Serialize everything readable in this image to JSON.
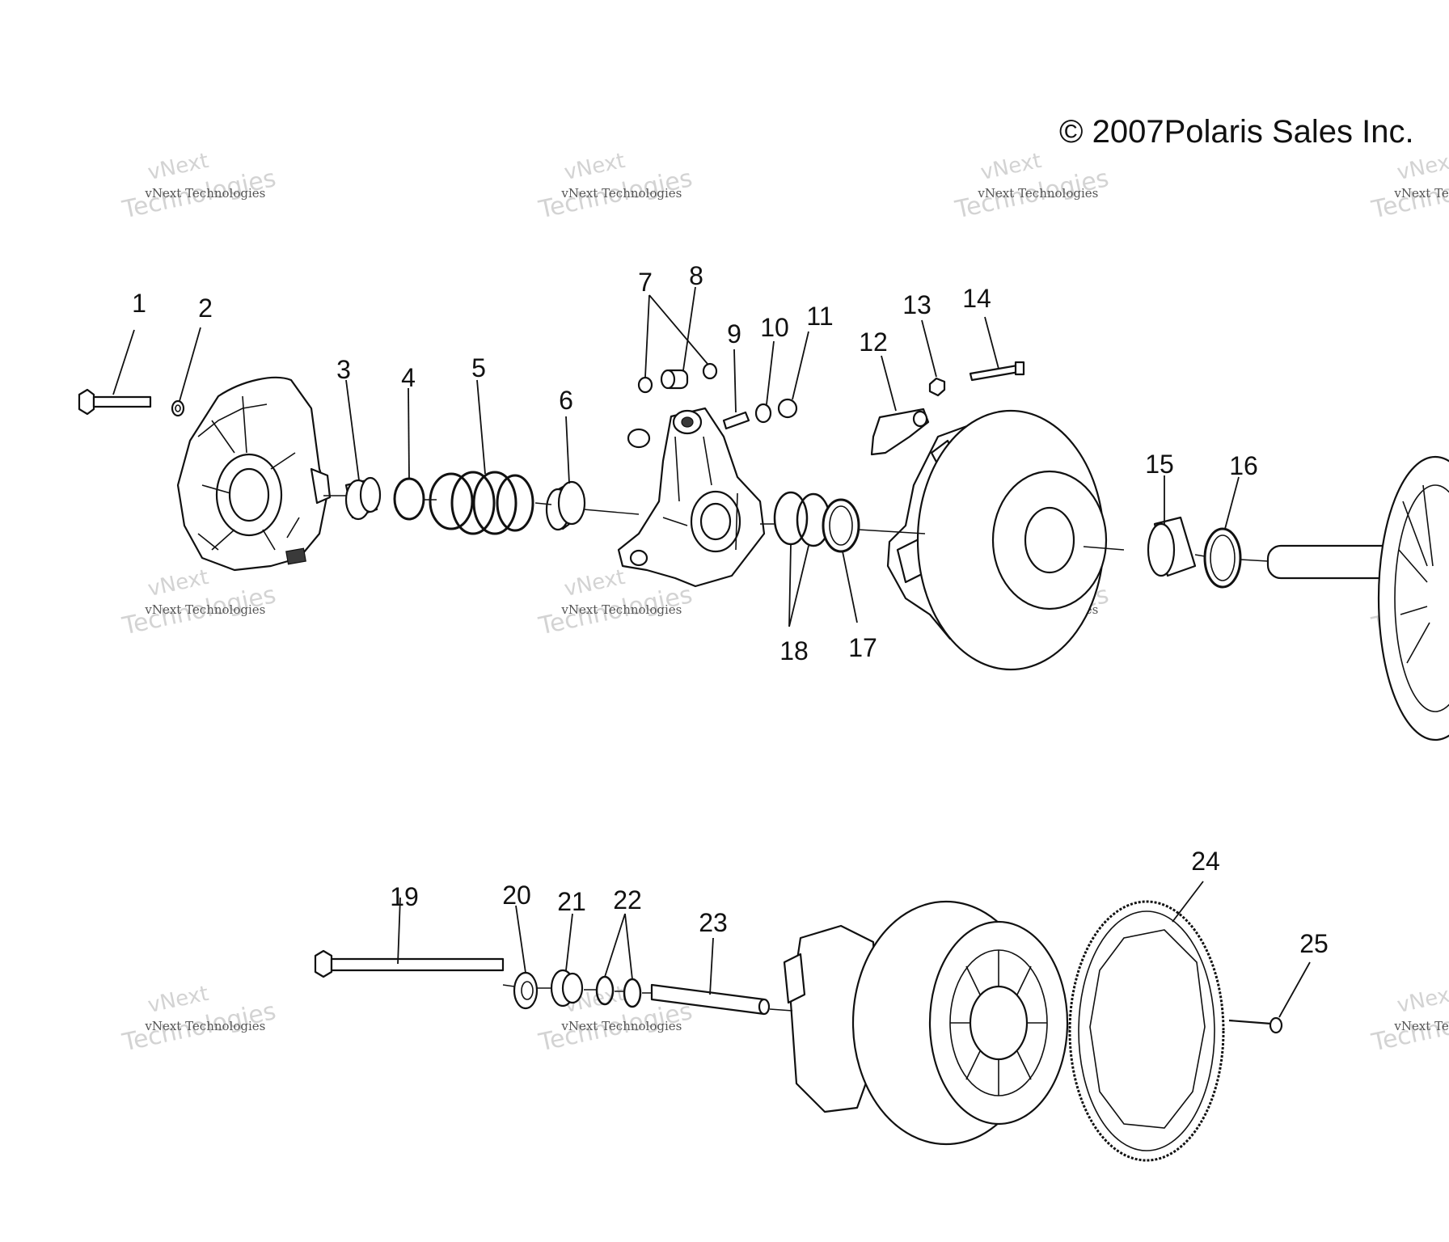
{
  "copyright": "© 2007Polaris Sales Inc.",
  "watermark": {
    "line1": "vNext",
    "line2": "Technologies",
    "caption": "vNext Technologies"
  },
  "callouts": [
    "1",
    "2",
    "3",
    "4",
    "5",
    "6",
    "7",
    "8",
    "9",
    "10",
    "11",
    "12",
    "13",
    "14",
    "15",
    "16",
    "17",
    "18",
    "19",
    "20",
    "21",
    "22",
    "23",
    "24",
    "25"
  ],
  "colors": {
    "ink": "#111111",
    "background": "#ffffff",
    "watermark": "#cfcfcf"
  }
}
